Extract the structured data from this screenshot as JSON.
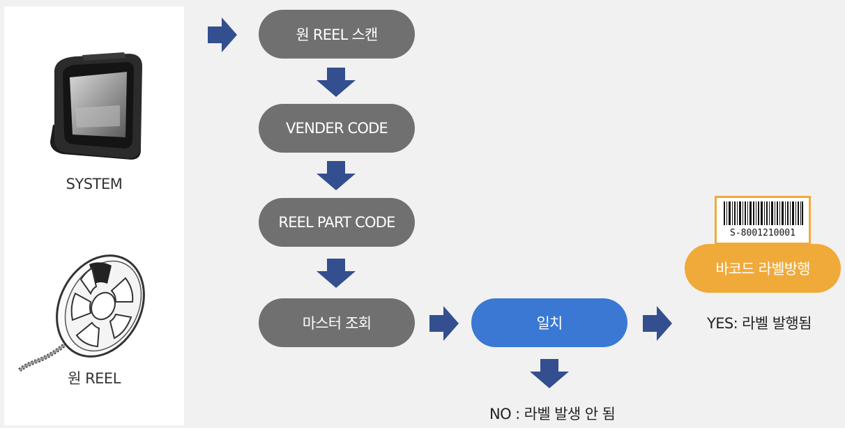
{
  "left_panel": {
    "system_caption": "SYSTEM",
    "reel_caption": "원 REEL"
  },
  "flow": {
    "step1": "원 REEL 스캔",
    "step2": "VENDER CODE",
    "step3": "REEL PART CODE",
    "step4": "마스터 조회",
    "match": "일치",
    "issue": "바코드 라벨방행"
  },
  "outcomes": {
    "yes": "YES: 라벨 발행됨",
    "no": "NO : 라벨 발생 안 됨"
  },
  "barcode_label": {
    "number": "S-8001210001"
  },
  "colors": {
    "arrow": "#334f8f",
    "gray_step": "#707070",
    "match": "#3a78d4",
    "issue": "#f0aa3a"
  }
}
